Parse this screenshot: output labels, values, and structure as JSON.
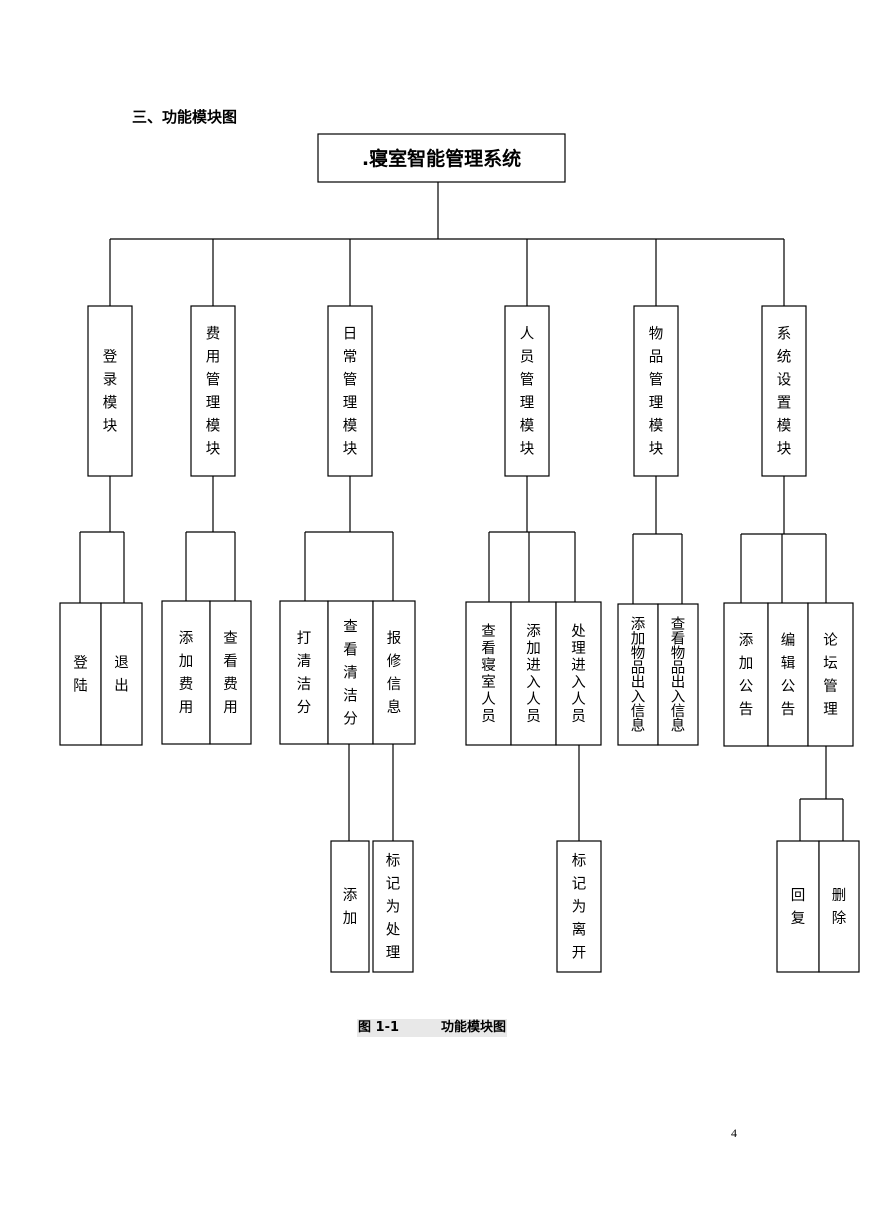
{
  "heading": "三、功能模块图",
  "root": ".寝室智能管理系统",
  "modules": [
    {
      "id": "login",
      "label": "登录模块",
      "children": [
        {
          "id": "denglu",
          "label": "登陆"
        },
        {
          "id": "tuichu",
          "label": "退出"
        }
      ]
    },
    {
      "id": "fee",
      "label": "费用管理模块",
      "children": [
        {
          "id": "add-fee",
          "label": "添加费用"
        },
        {
          "id": "view-fee",
          "label": "查看费用"
        }
      ]
    },
    {
      "id": "daily",
      "label": "日常管理模块",
      "children": [
        {
          "id": "clean-score",
          "label": "打清洁分"
        },
        {
          "id": "view-clean",
          "label": "查看清洁分",
          "children": [
            {
              "id": "add",
              "label": "添加"
            }
          ]
        },
        {
          "id": "repair",
          "label": "报修信息",
          "children": [
            {
              "id": "mark-handled",
              "label": "标记为处理"
            }
          ]
        }
      ]
    },
    {
      "id": "people",
      "label": "人员管理模块",
      "children": [
        {
          "id": "view-dorm-people",
          "label": "查看寝室人员"
        },
        {
          "id": "add-entry",
          "label": "添加进入人员"
        },
        {
          "id": "handle-entry",
          "label": "处理进入人员",
          "children": [
            {
              "id": "mark-left",
              "label": "标记为离开"
            }
          ]
        }
      ]
    },
    {
      "id": "goods",
      "label": "物品管理模块",
      "children": [
        {
          "id": "add-goods",
          "label": "添加物品出入信息"
        },
        {
          "id": "view-goods",
          "label": "查看物品出入信息"
        }
      ]
    },
    {
      "id": "settings",
      "label": "系统设置模块",
      "children": [
        {
          "id": "add-notice",
          "label": "添加公告"
        },
        {
          "id": "edit-notice",
          "label": "编辑公告"
        },
        {
          "id": "forum",
          "label": "论坛管理",
          "children": [
            {
              "id": "reply",
              "label": "回复"
            },
            {
              "id": "delete",
              "label": "删除"
            }
          ]
        }
      ]
    }
  ],
  "caption": {
    "number": "图 1-1",
    "title": "功能模块图"
  },
  "page_number": "4"
}
